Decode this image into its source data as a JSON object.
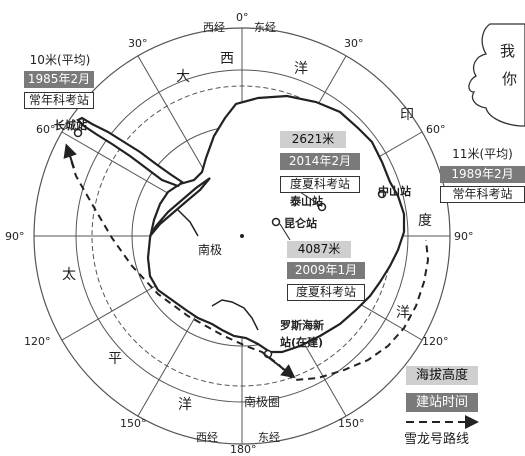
{
  "degree_labels": {
    "top": "0°",
    "bottom": "180°",
    "left90": "90°",
    "right90": "90°",
    "top_left30": "30°",
    "top_right30": "30°",
    "left60": "60°",
    "right60": "60°",
    "left120": "120°",
    "right120": "120°",
    "bottom_left150": "150°",
    "bottom_right150": "150°"
  },
  "hemisphere_labels": {
    "west_top": "西经",
    "east_top": "东经",
    "west_bottom": "西经",
    "east_bottom": "东经"
  },
  "ocean_labels": {
    "atlantic_1": "大",
    "atlantic_2": "西",
    "atlantic_3": "洋",
    "indian_1": "印",
    "indian_2": "度",
    "indian_3": "洋",
    "pacific_1": "太",
    "pacific_2": "平",
    "pacific_3": "洋"
  },
  "places": {
    "south_pole": "南极",
    "antarctic_circle": "南极圈"
  },
  "stations": {
    "great_wall": {
      "name": "长城站",
      "altitude": "10米(平均)",
      "year": "1985年2月",
      "type": "常年科考站"
    },
    "taishan": {
      "name": "泰山站",
      "altitude": "2621米",
      "year": "2014年2月",
      "type": "度夏科考站"
    },
    "zhongshan": {
      "name": "中山站",
      "altitude": "11米(平均)",
      "year": "1989年2月",
      "type": "常年科考站"
    },
    "kunlun": {
      "name": "昆仑站",
      "altitude": "4087米",
      "year": "2009年1月",
      "type": "度夏科考站"
    },
    "ross_sea": {
      "name_line1": "罗斯海新",
      "name_line2": "站(在建)"
    }
  },
  "legend": {
    "altitude": "海拔高度",
    "build_time": "建站时间",
    "route": "雪龙号路线"
  },
  "speech_bubble": {
    "line1": "我",
    "line2": "你"
  },
  "colors": {
    "legend_gray": "#cfcfcf",
    "legend_dark": "#7a7a7a",
    "route": "#222222"
  }
}
